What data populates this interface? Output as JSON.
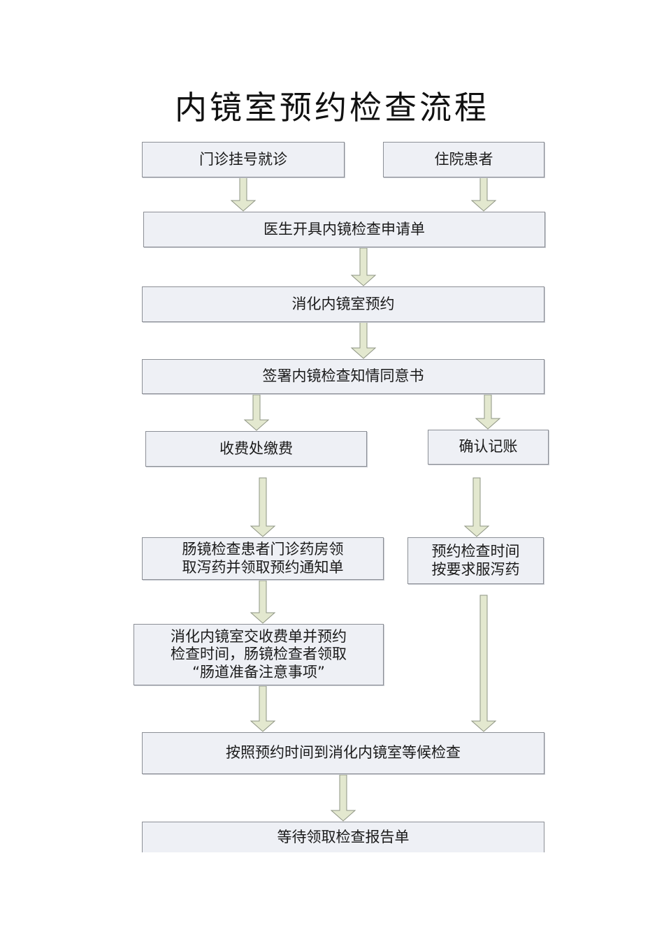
{
  "title": "内镜室预约检查流程",
  "colors": {
    "box_fill": "#eef0f5",
    "box_border": "#8c8f96",
    "arrow_fill": "#e3e8cf",
    "arrow_stroke": "#8e9483"
  },
  "nodes": {
    "outpatient": "门诊挂号就诊",
    "inpatient": "住院患者",
    "doctor_request": "医生开具内镜检查申请单",
    "endoscopy_booking": "消化内镜室预约",
    "consent": "签署内镜检查知情同意书",
    "payment": "收费处缴费",
    "billing": "确认记账",
    "colonoscopy_pharmacy": "肠镜检查患者门诊药房领\n取泻药并领取预约通知单",
    "schedule_laxative": "预约检查时间\n按要求服泻药",
    "submit_fee": "消化内镜室交收费单并预约\n检查时间，肠镜检查者领取\n“肠道准备注意事项”",
    "wait_exam": "按照预约时间到消化内镜室等候检查",
    "wait_report": "等待领取检查报告单"
  }
}
